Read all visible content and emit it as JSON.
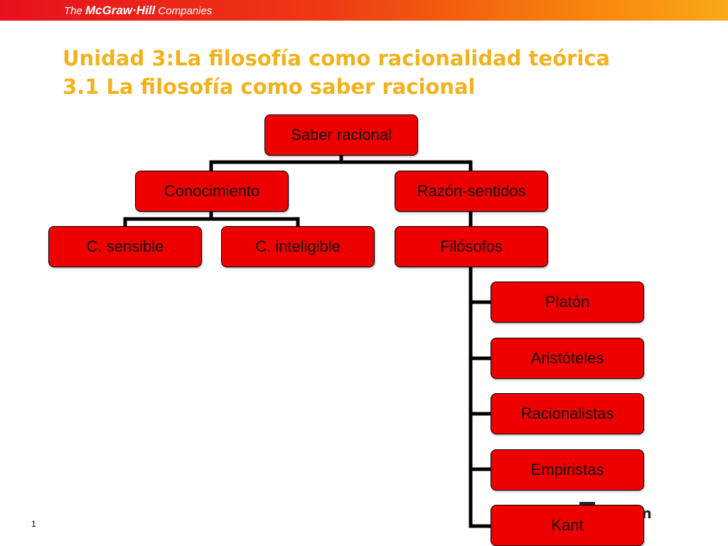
{
  "header": {
    "brand_prefix": "The ",
    "brand_name": "McGraw·Hill",
    "brand_suffix": " Companies"
  },
  "title": {
    "line1": "Unidad 3:La filosofía como racionalidad teórica",
    "line2": "3.1 La filosofía como saber racional"
  },
  "diagram": {
    "root": "Saber racional",
    "level1": [
      "Conocimiento",
      "Razón-sentidos"
    ],
    "conocimiento_children": [
      "C. sensible",
      "C. inteligible"
    ],
    "razon_child": "Filósofos",
    "filosofos": [
      "Platón",
      "Aristóteles",
      "Racionalistas",
      "Empiristas",
      "Kant"
    ]
  },
  "footer": {
    "page_number": "1",
    "partial_logo_text": "ción"
  },
  "colors": {
    "node_fill": "#ee0000",
    "title": "#f2b21c",
    "header_start": "#e8101e",
    "header_end": "#fba818"
  }
}
